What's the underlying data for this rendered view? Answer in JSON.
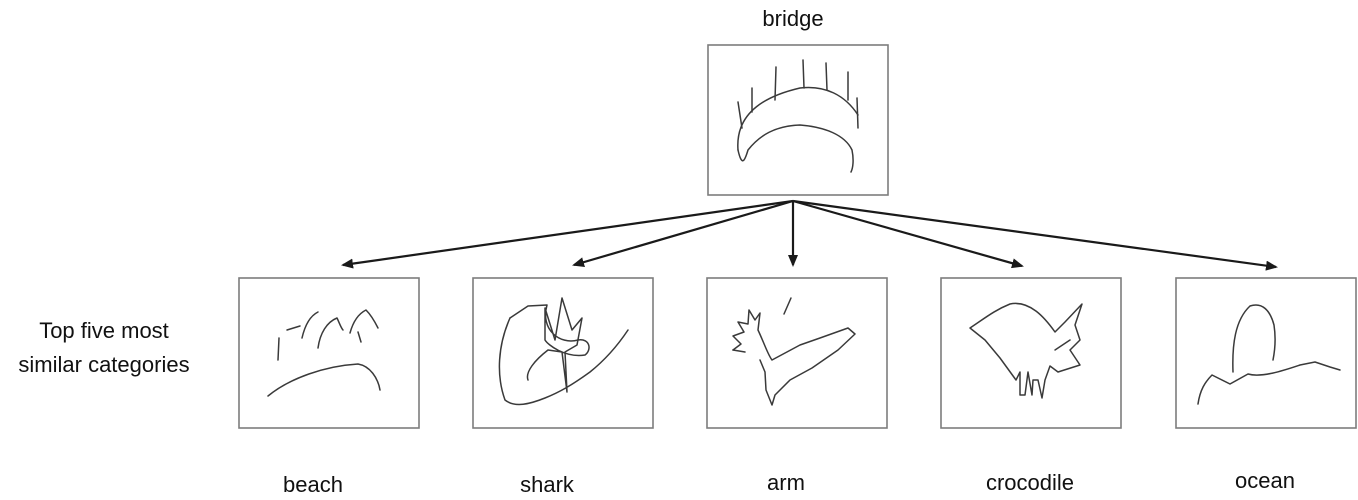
{
  "root": {
    "label": "bridge",
    "sketch_icon": "bridge-sketch-icon"
  },
  "side_label": {
    "line1": "Top five most",
    "line2": "similar categories"
  },
  "categories": [
    {
      "label": "beach",
      "sketch_icon": "beach-sketch-icon"
    },
    {
      "label": "shark",
      "sketch_icon": "shark-sketch-icon"
    },
    {
      "label": "arm",
      "sketch_icon": "arm-sketch-icon"
    },
    {
      "label": "crocodile",
      "sketch_icon": "crocodile-sketch-icon"
    },
    {
      "label": "ocean",
      "sketch_icon": "ocean-sketch-icon"
    }
  ],
  "colors": {
    "box_border": "#7d7d7d",
    "stroke": "#3a3a3a",
    "arrow": "#1a1a1a"
  }
}
